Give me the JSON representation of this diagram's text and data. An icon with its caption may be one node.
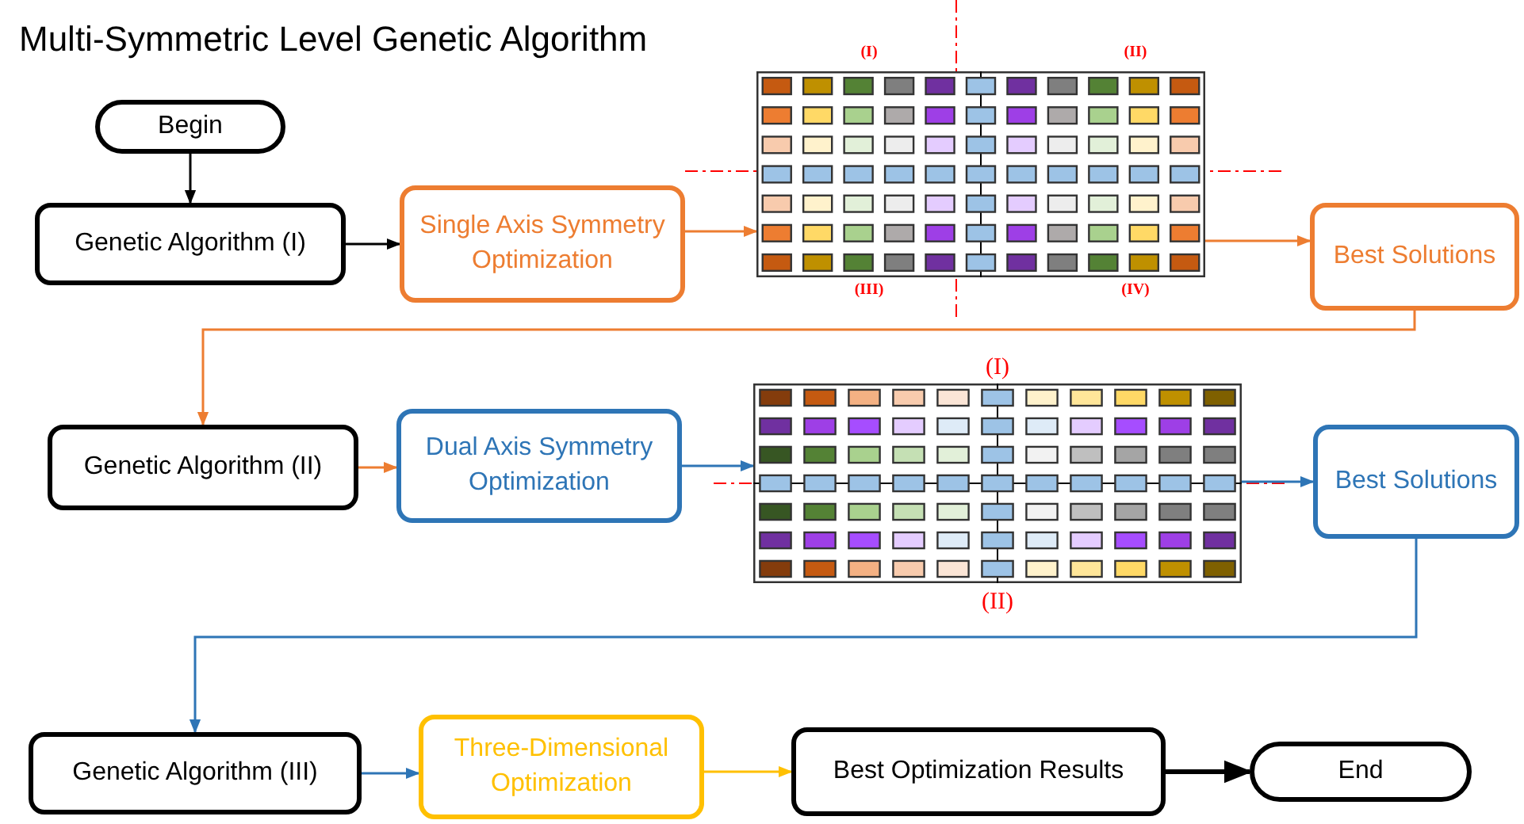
{
  "diagram": {
    "title": "Multi-Symmetric Level Genetic Algorithm",
    "nodes": [
      {
        "text": [
          "Begin"
        ]
      },
      {
        "text": [
          "Genetic Algorithm (I)"
        ]
      },
      {
        "text": [
          "Single Axis Symmetry Optimization"
        ]
      },
      {
        "text": [],
        "shape": "picture"
      },
      {
        "text": [
          "Best Solutions"
        ]
      },
      {
        "text": [
          "Genetic Algorithm (II)"
        ]
      },
      {
        "text": [
          "Dual Axis Symmetry Optimization"
        ]
      },
      {
        "text": [],
        "shape": "picture"
      },
      {
        "text": [
          "Best Solutions"
        ]
      },
      {
        "text": [
          "Genetic Algorithm (III)"
        ]
      },
      {
        "text": [
          "Three-Dimensional Optimization"
        ]
      },
      {
        "text": [
          "Best Optimization Results"
        ]
      },
      {
        "text": [
          "End"
        ]
      }
    ],
    "edges": [
      {
        "from": 0,
        "to": 1,
        "arrow": "to",
        "color": "#000000"
      },
      {
        "from": 1,
        "to": 2,
        "arrow": "to",
        "color": "#000000"
      },
      {
        "from": 2,
        "to": 3,
        "arrow": "to"
      },
      {
        "from": 3,
        "to": 4,
        "arrow": "to"
      },
      {
        "from": 4,
        "to": 5,
        "arrow": "to"
      },
      {
        "from": 5,
        "to": 6,
        "arrow": "to"
      },
      {
        "from": 6,
        "to": 7,
        "arrow": "to",
        "color": "#2e75b6"
      },
      {
        "from": 7,
        "to": 8,
        "arrow": "to",
        "color": "#2e75b6"
      },
      {
        "from": 8,
        "to": 9,
        "arrow": "to",
        "color": "#2e75b6"
      },
      {
        "from": 9,
        "to": 10,
        "arrow": "to",
        "color": "#2e75b6"
      },
      {
        "from": 10,
        "to": 11,
        "arrow": "to",
        "color": "#ffc000"
      },
      {
        "from": 11,
        "to": 12,
        "arrow": "to",
        "color": "#000000",
        "style": "thick"
      }
    ],
    "labels": [
      "(I)",
      "(II)",
      "(III)",
      "(IV)",
      "(I)",
      "(II)"
    ]
  }
}
